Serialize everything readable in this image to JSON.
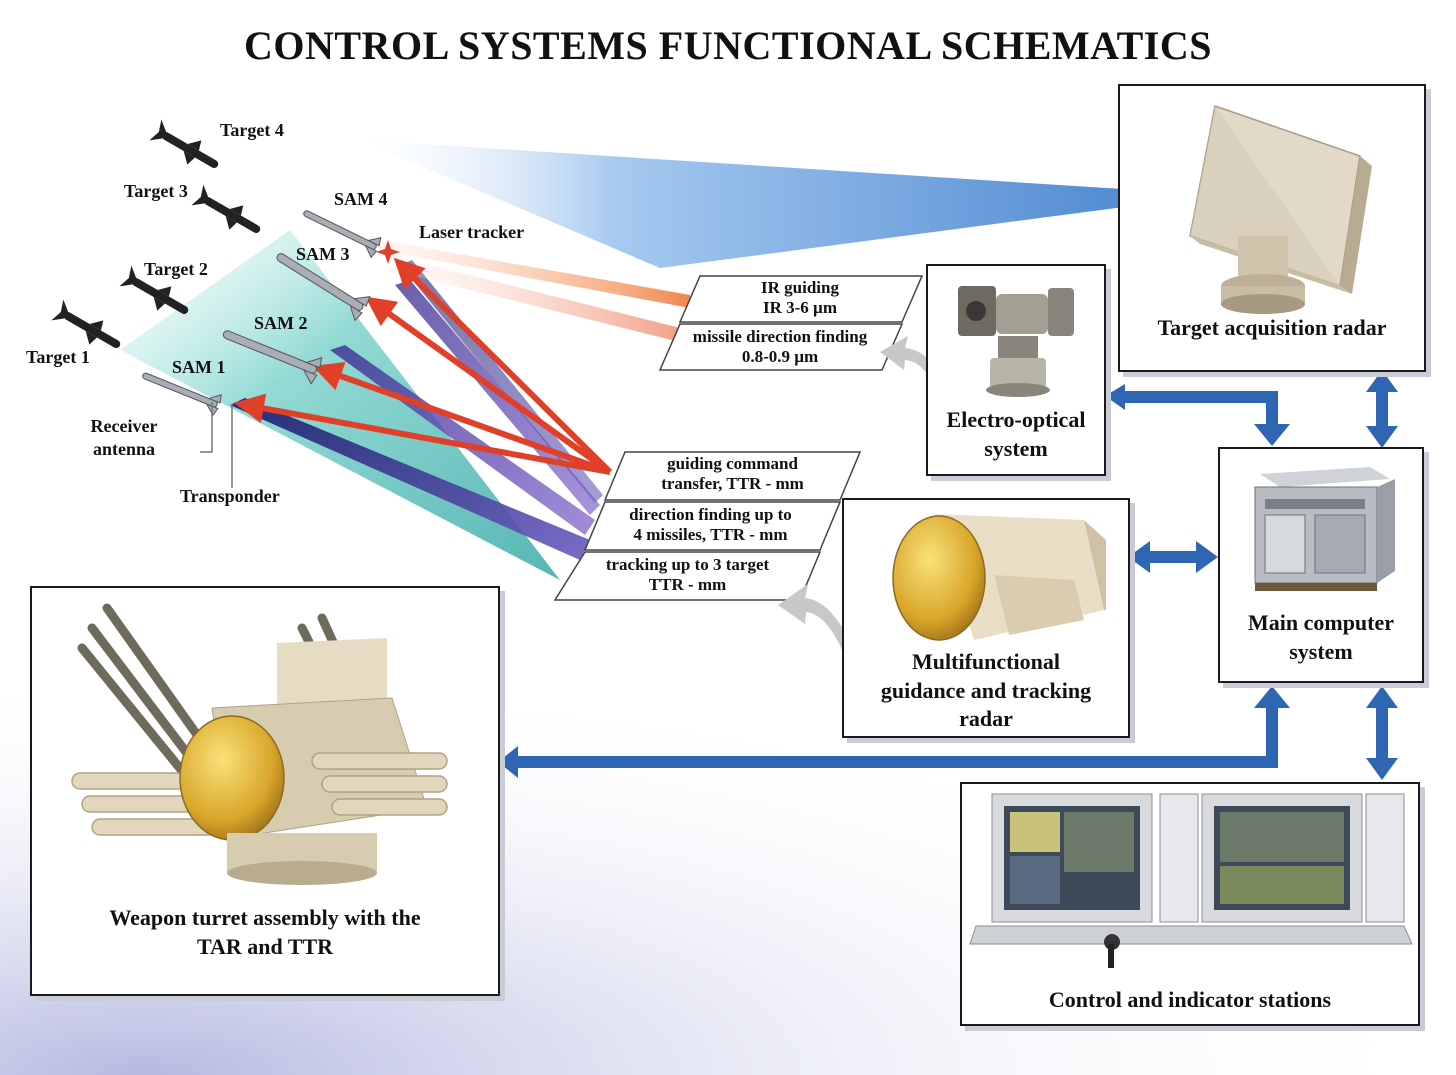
{
  "title": "CONTROL SYSTEMS FUNCTIONAL SCHEMATICS",
  "targets": [
    "Target 1",
    "Target 2",
    "Target 3",
    "Target 4"
  ],
  "sams": [
    "SAM 1",
    "SAM 2",
    "SAM 3",
    "SAM 4"
  ],
  "labels": {
    "laser_tracker": "Laser tracker",
    "receiver_antenna_1": "Receiver",
    "receiver_antenna_2": "antenna",
    "transponder": "Transponder"
  },
  "ir_panel": {
    "ir_guiding_1": "IR guiding",
    "ir_guiding_2": "IR 3-6 µm",
    "missile_df_1": "missile direction finding",
    "missile_df_2": "0.8-0.9 µm"
  },
  "ttr_panel": {
    "guiding_1": "guiding command",
    "guiding_2": "transfer, TTR - mm",
    "df_1": "direction finding up to",
    "df_2": "4 missiles, TTR - mm",
    "tracking_1": "tracking up to 3 target",
    "tracking_2": "TTR - mm"
  },
  "components": {
    "target_acquisition_radar": "Target acquisition radar",
    "electro_optical_1": "Electro-optical",
    "electro_optical_2": "system",
    "main_computer_1": "Main computer",
    "main_computer_2": "system",
    "mgtr_1": "Multifunctional",
    "mgtr_2": "guidance and tracking",
    "mgtr_3": "radar",
    "weapon_turret_1": "Weapon turret assembly with the",
    "weapon_turret_2": "TAR and TTR",
    "control_stations": "Control and indicator stations"
  },
  "colors": {
    "link_arrow": "#2f66b3",
    "beam_blue": "#3a7fd0",
    "beam_cyan": "#48b9b3",
    "beam_orange": "#f07a3a",
    "guidance_red": "#e0402a",
    "beam_purple": "#6a4fb0"
  },
  "icons": [
    "missile-icon",
    "radar-antenna-icon",
    "eo-turret-icon",
    "computer-cabinet-icon",
    "guidance-radar-icon",
    "weapon-turret-icon",
    "console-icon"
  ]
}
